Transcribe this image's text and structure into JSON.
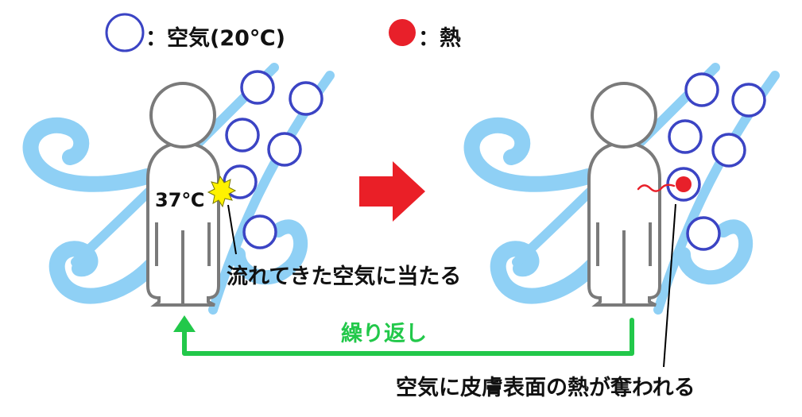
{
  "legend": {
    "air": {
      "symbol": "open-circle",
      "label": "：空気(20℃)",
      "color": "#3b44c4"
    },
    "heat": {
      "symbol": "filled-circle",
      "label": "：熱",
      "color": "#e8202a"
    }
  },
  "left_panel": {
    "body_temp": "37℃",
    "caption": "流れてきた空気に当たる",
    "impact_icon": "yellow-burst"
  },
  "transition_arrow": {
    "direction": "right",
    "color": "#ea1f27"
  },
  "right_panel": {
    "caption": "空気に皮膚表面の熱が奪われる",
    "heat_wave_color": "#e8202a"
  },
  "loop": {
    "label": "繰り返し",
    "color": "#22c84a"
  },
  "colors": {
    "wind": "#8fd0f5",
    "person_outline": "#7a7a7a",
    "air_circle": "#3b44c4",
    "heat": "#e8202a",
    "burst": "#fff200"
  }
}
